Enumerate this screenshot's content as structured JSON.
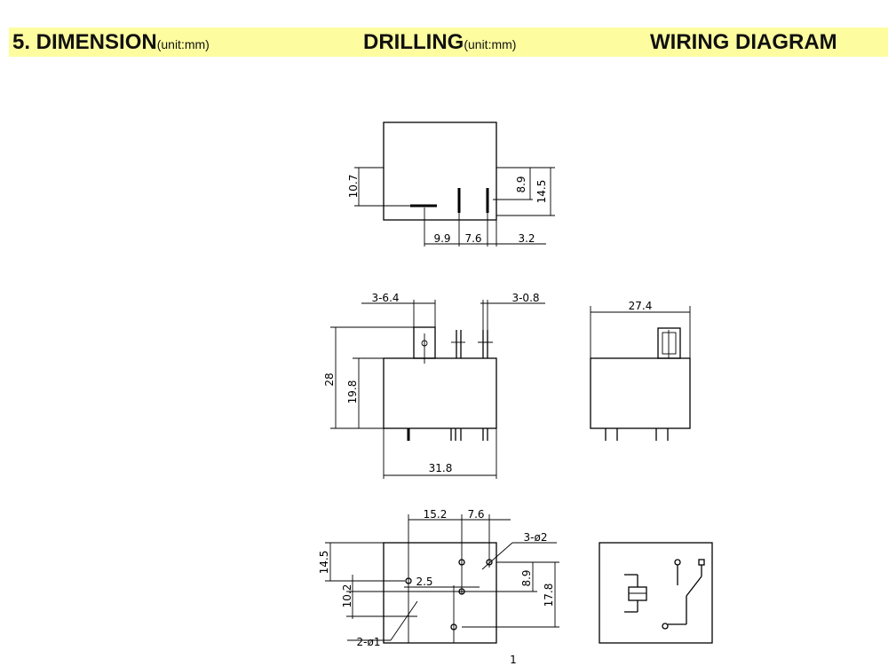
{
  "header": {
    "dimension_title": "5. DIMENSION",
    "dimension_unit": "(unit:mm)",
    "drilling_title": "DRILLING",
    "drilling_unit": "(unit:mm)",
    "wiring_title": "WIRING DIAGRAM"
  },
  "dims": {
    "d_10_7": "10.7",
    "d_8_9": "8.9",
    "d_14_5": "14.5",
    "d_9_9": "9.9",
    "d_7_6": "7.6",
    "d_3_2": "3.2",
    "d_3_6_4": "3-6.4",
    "d_3_0_8": "3-0.8",
    "d_27_4": "27.4",
    "d_28": "28",
    "d_19_8": "19.8",
    "d_31_8": "31.8",
    "d_15_2": "15.2",
    "d_7_6b": "7.6",
    "d_3_phi2": "3-ø2",
    "d_14_5b": "14.5",
    "d_2_5": "2.5",
    "d_8_9b": "8.9",
    "d_17_8": "17.8",
    "d_10_2": "10.2",
    "d_2_phi1": "2-ø1",
    "page_mark": "1"
  }
}
